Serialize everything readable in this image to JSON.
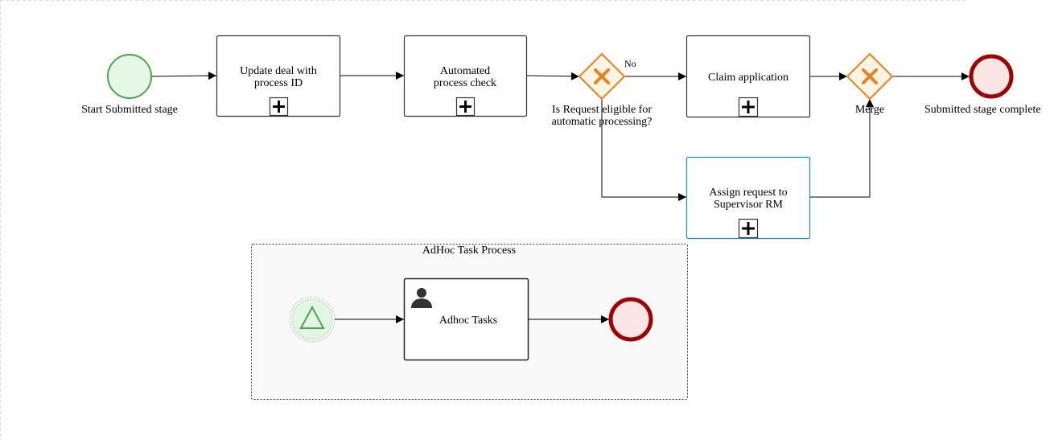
{
  "diagram": {
    "start_event": {
      "label": "Start Submitted stage",
      "stroke": "#4ca64c",
      "fill": "#e6f7e6"
    },
    "task_update": {
      "line1": "Update deal with",
      "line2": "process ID"
    },
    "task_auto": {
      "line1": "Automated",
      "line2": "process check"
    },
    "gateway_eligible": {
      "line1": "Is Request eligible for",
      "line2": "automatic processing?",
      "color": "#e8821e"
    },
    "flow_no_label": "No",
    "task_claim": {
      "label": "Claim application"
    },
    "task_assign": {
      "line1": "Assign request to",
      "line2": "Supervisor RM",
      "stroke": "#1a8fd6"
    },
    "gateway_merge": {
      "label": "Merge"
    },
    "end_event": {
      "label": "Submitted stage complete",
      "stroke": "#a00000",
      "fill": "#fbe5e5"
    },
    "adhoc_subprocess": {
      "title": "AdHoc Task Process",
      "task_label": "Adhoc Tasks"
    }
  }
}
